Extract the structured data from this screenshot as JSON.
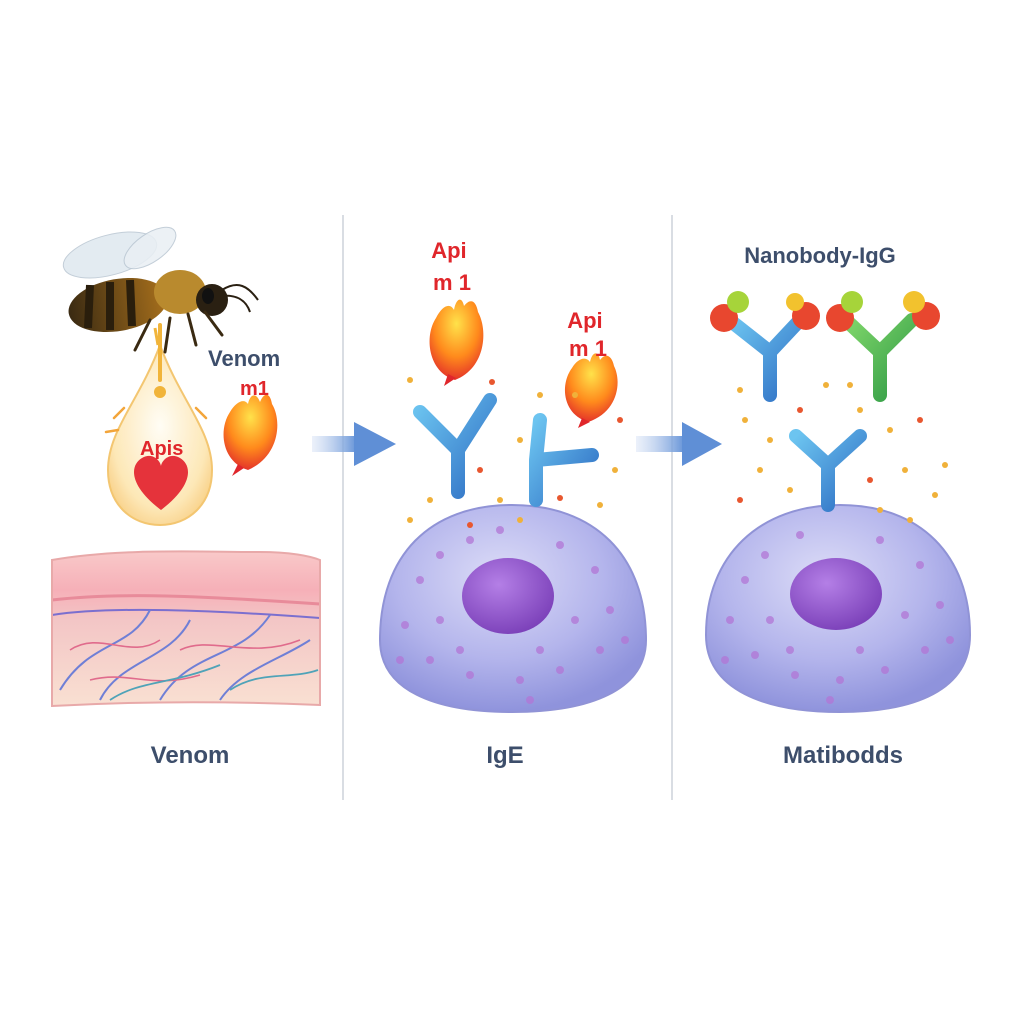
{
  "panel_1": {
    "caption": "Venom",
    "venom_label": "Venom",
    "drop_label": "Apis",
    "flame_label": "m1"
  },
  "panel_2": {
    "caption": "IgE",
    "allergen_label_1": "Api\nm 1",
    "allergen_label_2": "Api\nm 1"
  },
  "panel_3": {
    "title": "Nanobody-IgG",
    "caption": "Matibodds"
  },
  "colors": {
    "label_slate": "#3d4e6b",
    "allergen_red": "#e0262b",
    "antibody_blue": "#3a86d4",
    "antibody_green": "#3bb34a",
    "cell_lavender": "#a9abe8",
    "nucleus_purple": "#8a4fc7",
    "arrow_blue": "#6f97d8",
    "divider_gray": "#d9dde3"
  },
  "icons": [
    "bee-icon",
    "venom-drop-icon",
    "heart-icon",
    "allergen-flame-icon",
    "antibody-icon",
    "mast-cell-icon",
    "skin-tissue-icon",
    "arrow-right-icon"
  ]
}
